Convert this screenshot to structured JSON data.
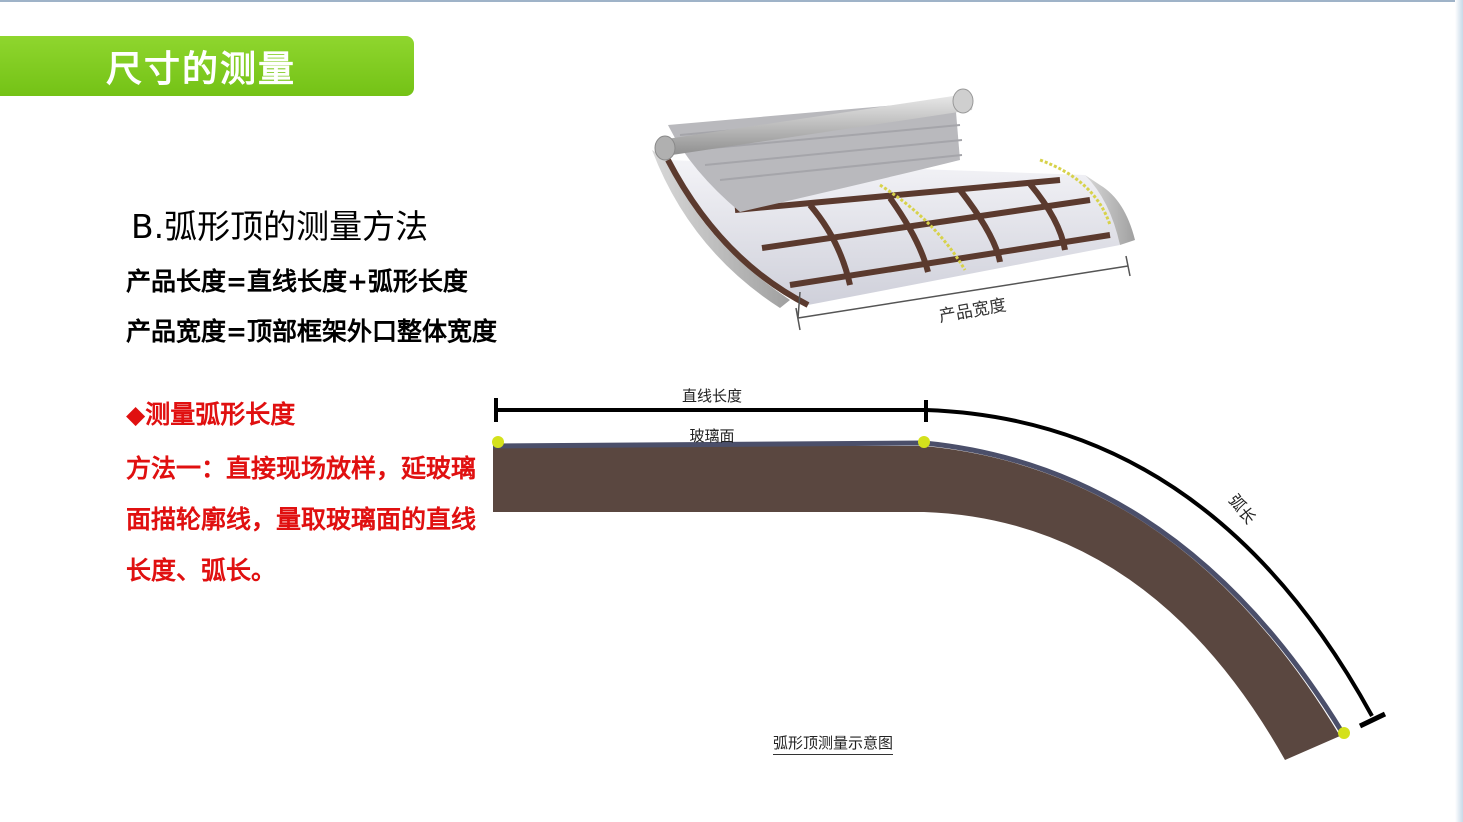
{
  "title": "尺寸的测量",
  "heading": "B.弧形顶的测量方法",
  "formulas": {
    "length": "产品长度=直线长度+弧形长度",
    "width": "产品宽度=顶部框架外口整体宽度"
  },
  "measure_arc": {
    "heading": "◆测量弧形长度",
    "method_one": "方法一：直接现场放样，延玻璃面描轮廓线，量取玻璃面的直线长度、弧长。"
  },
  "product_illustration": {
    "width_label": "产品宽度"
  },
  "diagram": {
    "straight_length_label": "直线长度",
    "glass_surface_label": "玻璃面",
    "arc_length_label": "弧长",
    "caption": "弧形顶测量示意图",
    "colors": {
      "body": "#5a4740",
      "glass_edge": "#4b4f6a",
      "marker_point": "#d4e11c",
      "dimension_line": "#000000"
    }
  },
  "colors": {
    "banner": "#7cc91f",
    "accent_red": "#e01010"
  }
}
